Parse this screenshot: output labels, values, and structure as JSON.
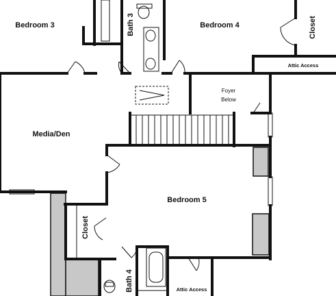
{
  "plan": {
    "rooms": {
      "bedroom3": "Bedroom 3",
      "bedroom4": "Bedroom 4",
      "bedroom5": "Bedroom 5",
      "media_den": "Media/Den",
      "bath3": "Bath 3",
      "bath4": "Bath 4",
      "closet_top": "Closet",
      "closet_left": "Closet",
      "foyer_line1": "Foyer",
      "foyer_line2": "Below",
      "attic_access_top": "Attic Access",
      "attic_access_bottom": "Attic Access"
    },
    "colors": {
      "wall": "#111111",
      "fill_gray": "#c8c8c8",
      "background": "#ffffff"
    }
  }
}
